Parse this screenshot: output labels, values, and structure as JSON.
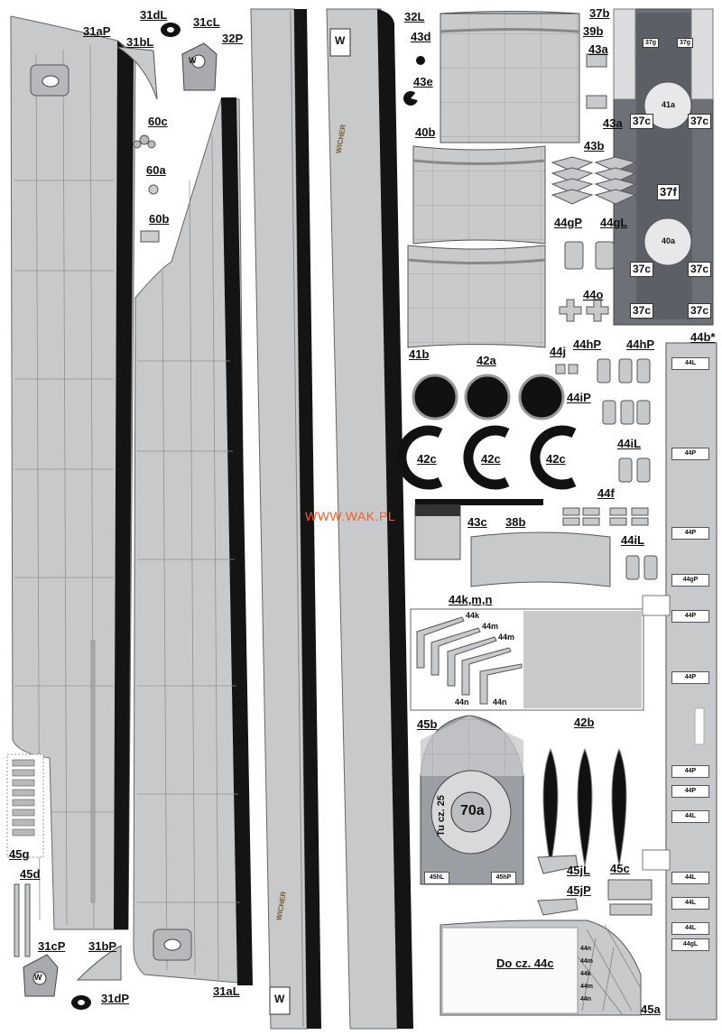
{
  "watermark": "WWW.WAK.PL",
  "labels": {
    "p31aP": "31aP",
    "p31bL": "31bL",
    "p31dL": "31dL",
    "p31cL": "31cL",
    "p32P": "32P",
    "p32L": "32L",
    "p43d": "43d",
    "p43e": "43e",
    "p39b": "39b",
    "p37b": "37b",
    "p43a_top": "43a",
    "p43a_bot": "43a",
    "p60c": "60c",
    "p60a": "60a",
    "p60b": "60b",
    "p40b": "40b",
    "p43b": "43b",
    "p44gP": "44gP",
    "p44gL": "44gL",
    "p41b": "41b",
    "p44o": "44o",
    "p44j": "44j",
    "p44hP_a": "44hP",
    "p44hP_b": "44hP",
    "p44bstar": "44b*",
    "p42a": "42a",
    "p44iP": "44iP",
    "p42c_1": "42c",
    "p42c_2": "42c",
    "p42c_3": "42c",
    "p44iL_a": "44iL",
    "p44f": "44f",
    "p43c": "43c",
    "p38b": "38b",
    "p44iL_b": "44iL",
    "p44kmn": "44k,m,n",
    "p45b": "45b",
    "p42b": "42b",
    "p45g": "45g",
    "p45d": "45d",
    "p45jL": "45jL",
    "p45jP": "45jP",
    "p45c": "45c",
    "p31cP": "31cP",
    "p31bP": "31bP",
    "p31dP": "31dP",
    "p31aL": "31aL",
    "p45a": "45a"
  },
  "part37": {
    "p37g_1": "37g",
    "p37g_2": "37g",
    "p41a": "41a",
    "p40a": "40a",
    "p37f": "37f",
    "p37c_1": "37c",
    "p37c_2": "37c",
    "p37c_3": "37c",
    "p37c_4": "37c",
    "p37c_5": "37c",
    "p37c_6": "37c"
  },
  "part44kmn": {
    "k": "44k",
    "m1": "44m",
    "m2": "44m",
    "n1": "44n",
    "n2": "44n"
  },
  "part45b": {
    "p70a": "70a",
    "tu": "Tu cz. 25",
    "t45hL": "45hL",
    "t45hP": "45hP"
  },
  "part45a": {
    "do": "Do cz. 44c",
    "stack": [
      "44n",
      "44m",
      "44k",
      "44m",
      "44n"
    ]
  },
  "strip44b": [
    "44L",
    "44P",
    "44P",
    "44gP",
    "44P",
    "44P",
    "44P",
    "44P",
    "44L",
    "44L",
    "44L",
    "44L",
    "44gL"
  ],
  "letter_w": "W",
  "hull_name": "WICHER",
  "colors": {
    "hull": "#c9cacc",
    "panel_line": "#8d8f93",
    "black": "#111111",
    "water": "#1a1a1a",
    "accent": "#ff5a1f"
  }
}
